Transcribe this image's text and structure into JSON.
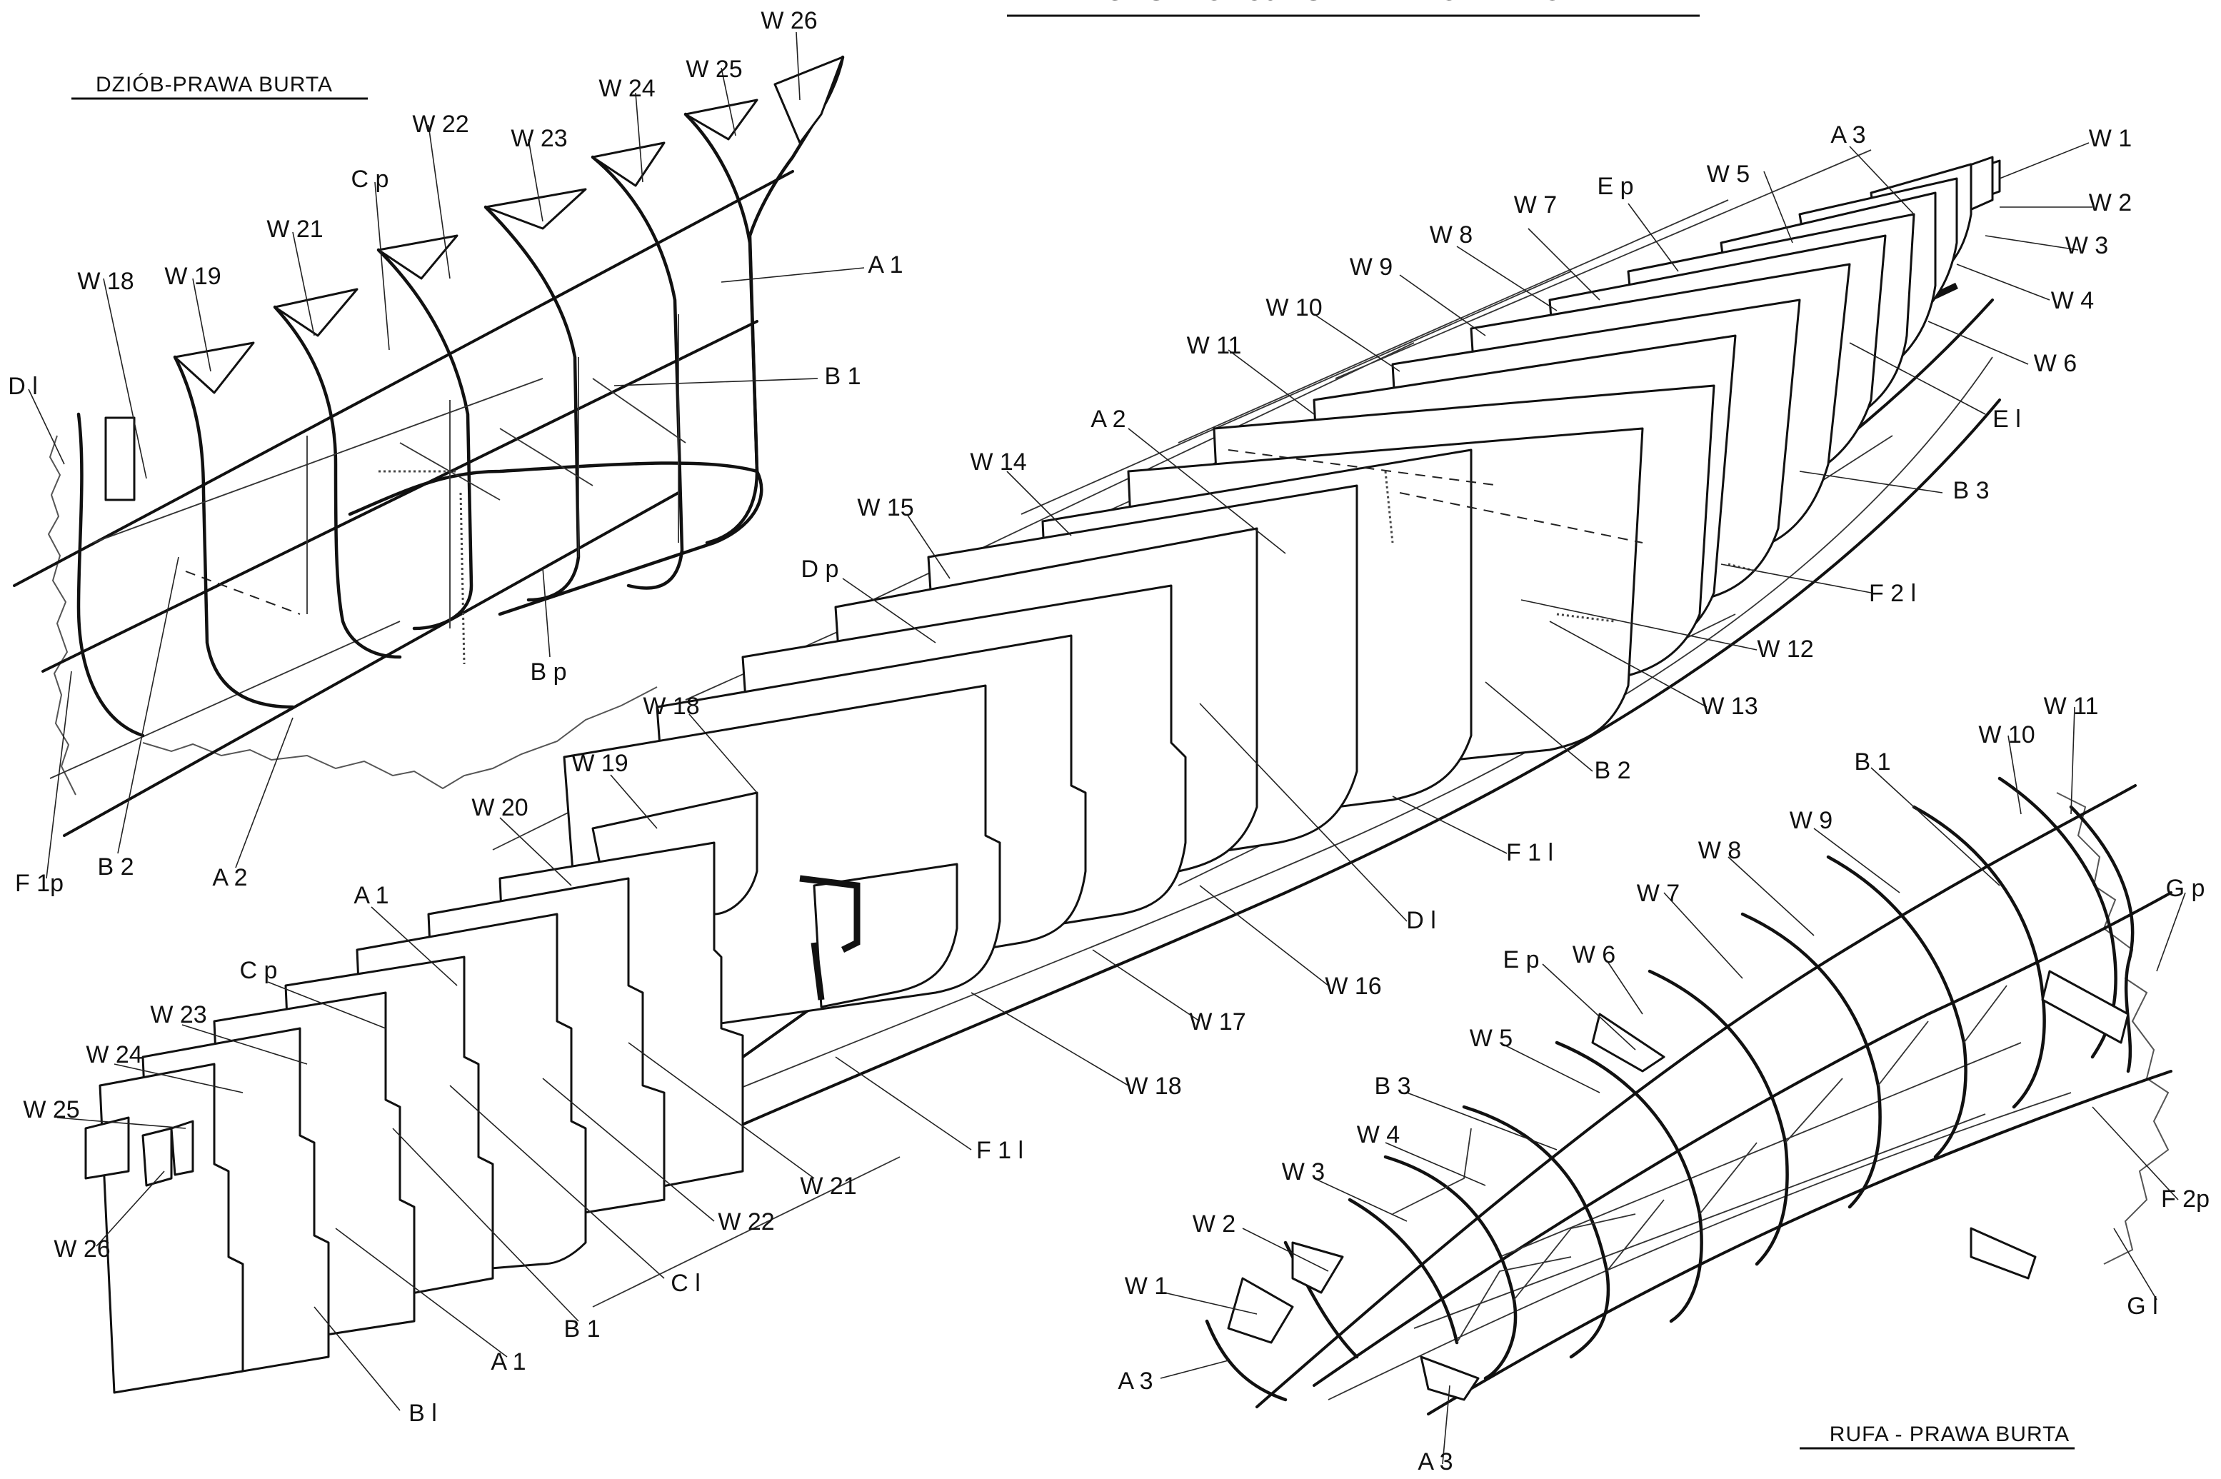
{
  "header": {
    "main_title_fragment": "KONSTRUKCJA SZKIELETU KADŁUBA"
  },
  "panels": {
    "bow": {
      "caption": "DZIÓB-PRAWA BURTA"
    },
    "stern": {
      "caption": "RUFA - PRAWA BURTA"
    }
  },
  "labels": {
    "bow": [
      "W 26",
      "W 25",
      "W 24",
      "W 23",
      "W 22",
      "C p",
      "W 21",
      "W 19",
      "W 18",
      "D l",
      "A 1",
      "B 1",
      "B p",
      "F 1p",
      "B 2",
      "A 2"
    ],
    "main_upper": [
      "A 3",
      "W 1",
      "W 2",
      "W 3",
      "W 4",
      "W 6",
      "E l",
      "B 3",
      "W 5",
      "E p",
      "W 7",
      "W 8",
      "W 9",
      "W 10",
      "W 11",
      "A 2",
      "W 14",
      "W 15",
      "D p",
      "F 2 l",
      "W 12",
      "W 13",
      "B 2",
      "F 1 l",
      "D l",
      "W 16",
      "W 17",
      "W 18"
    ],
    "main_lower": [
      "W 18",
      "W 19",
      "W 20",
      "A 1",
      "C p",
      "W 23",
      "W 24",
      "W 25",
      "W 26",
      "W 21",
      "W 22",
      "C l",
      "B 1",
      "A 1",
      "B l",
      "F 1 l"
    ],
    "stern": [
      "W 11",
      "W 10",
      "B 1",
      "W 9",
      "W 8",
      "W 7",
      "G p",
      "E p",
      "W 6",
      "W 5",
      "B 3",
      "W 4",
      "W 3",
      "W 2",
      "W 1",
      "A 3",
      "A 3",
      "F 2p",
      "G l"
    ]
  }
}
